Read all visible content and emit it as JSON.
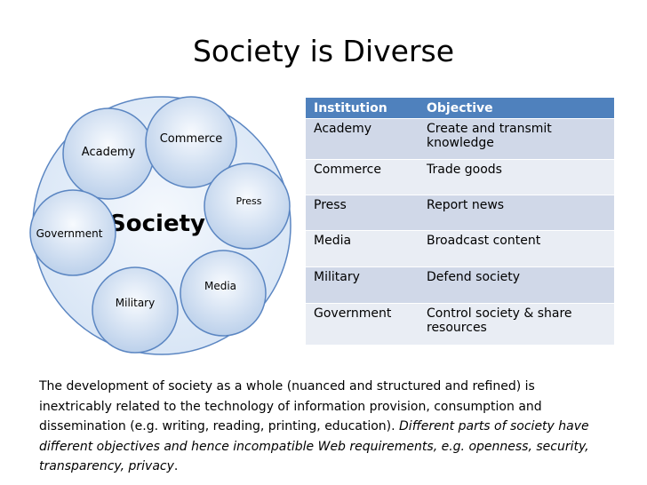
{
  "title": "Society is Diverse",
  "diagram": {
    "center_label": "Society",
    "circles": [
      {
        "label": "Academy"
      },
      {
        "label": "Commerce"
      },
      {
        "label": "Press"
      },
      {
        "label": "Government"
      },
      {
        "label": "Media"
      },
      {
        "label": "Military"
      }
    ]
  },
  "table": {
    "headers": [
      "Institution",
      "Objective"
    ],
    "rows": [
      [
        "Academy",
        "Create and transmit knowledge"
      ],
      [
        "Commerce",
        "Trade goods"
      ],
      [
        "Press",
        "Report news"
      ],
      [
        "Media",
        "Broadcast content"
      ],
      [
        "Military",
        "Defend society"
      ],
      [
        "Government",
        "Control society & share resources"
      ]
    ]
  },
  "paragraph": {
    "plain": "The development of society as a whole (nuanced and structured and refined) is inextricably related to the technology of information provision, consumption and dissemination (e.g. writing, reading, printing, education).",
    "italic": "Different parts of society have different objectives and hence incompatible Web requirements, e.g. openness, security, transparency, privacy",
    "end": "."
  },
  "colors": {
    "circle_fill": "#c5d7ef",
    "circle_stroke": "#5b86c2",
    "table_header": "#4f81bd",
    "row_odd": "#d0d8e8",
    "row_even": "#e9edf4"
  }
}
